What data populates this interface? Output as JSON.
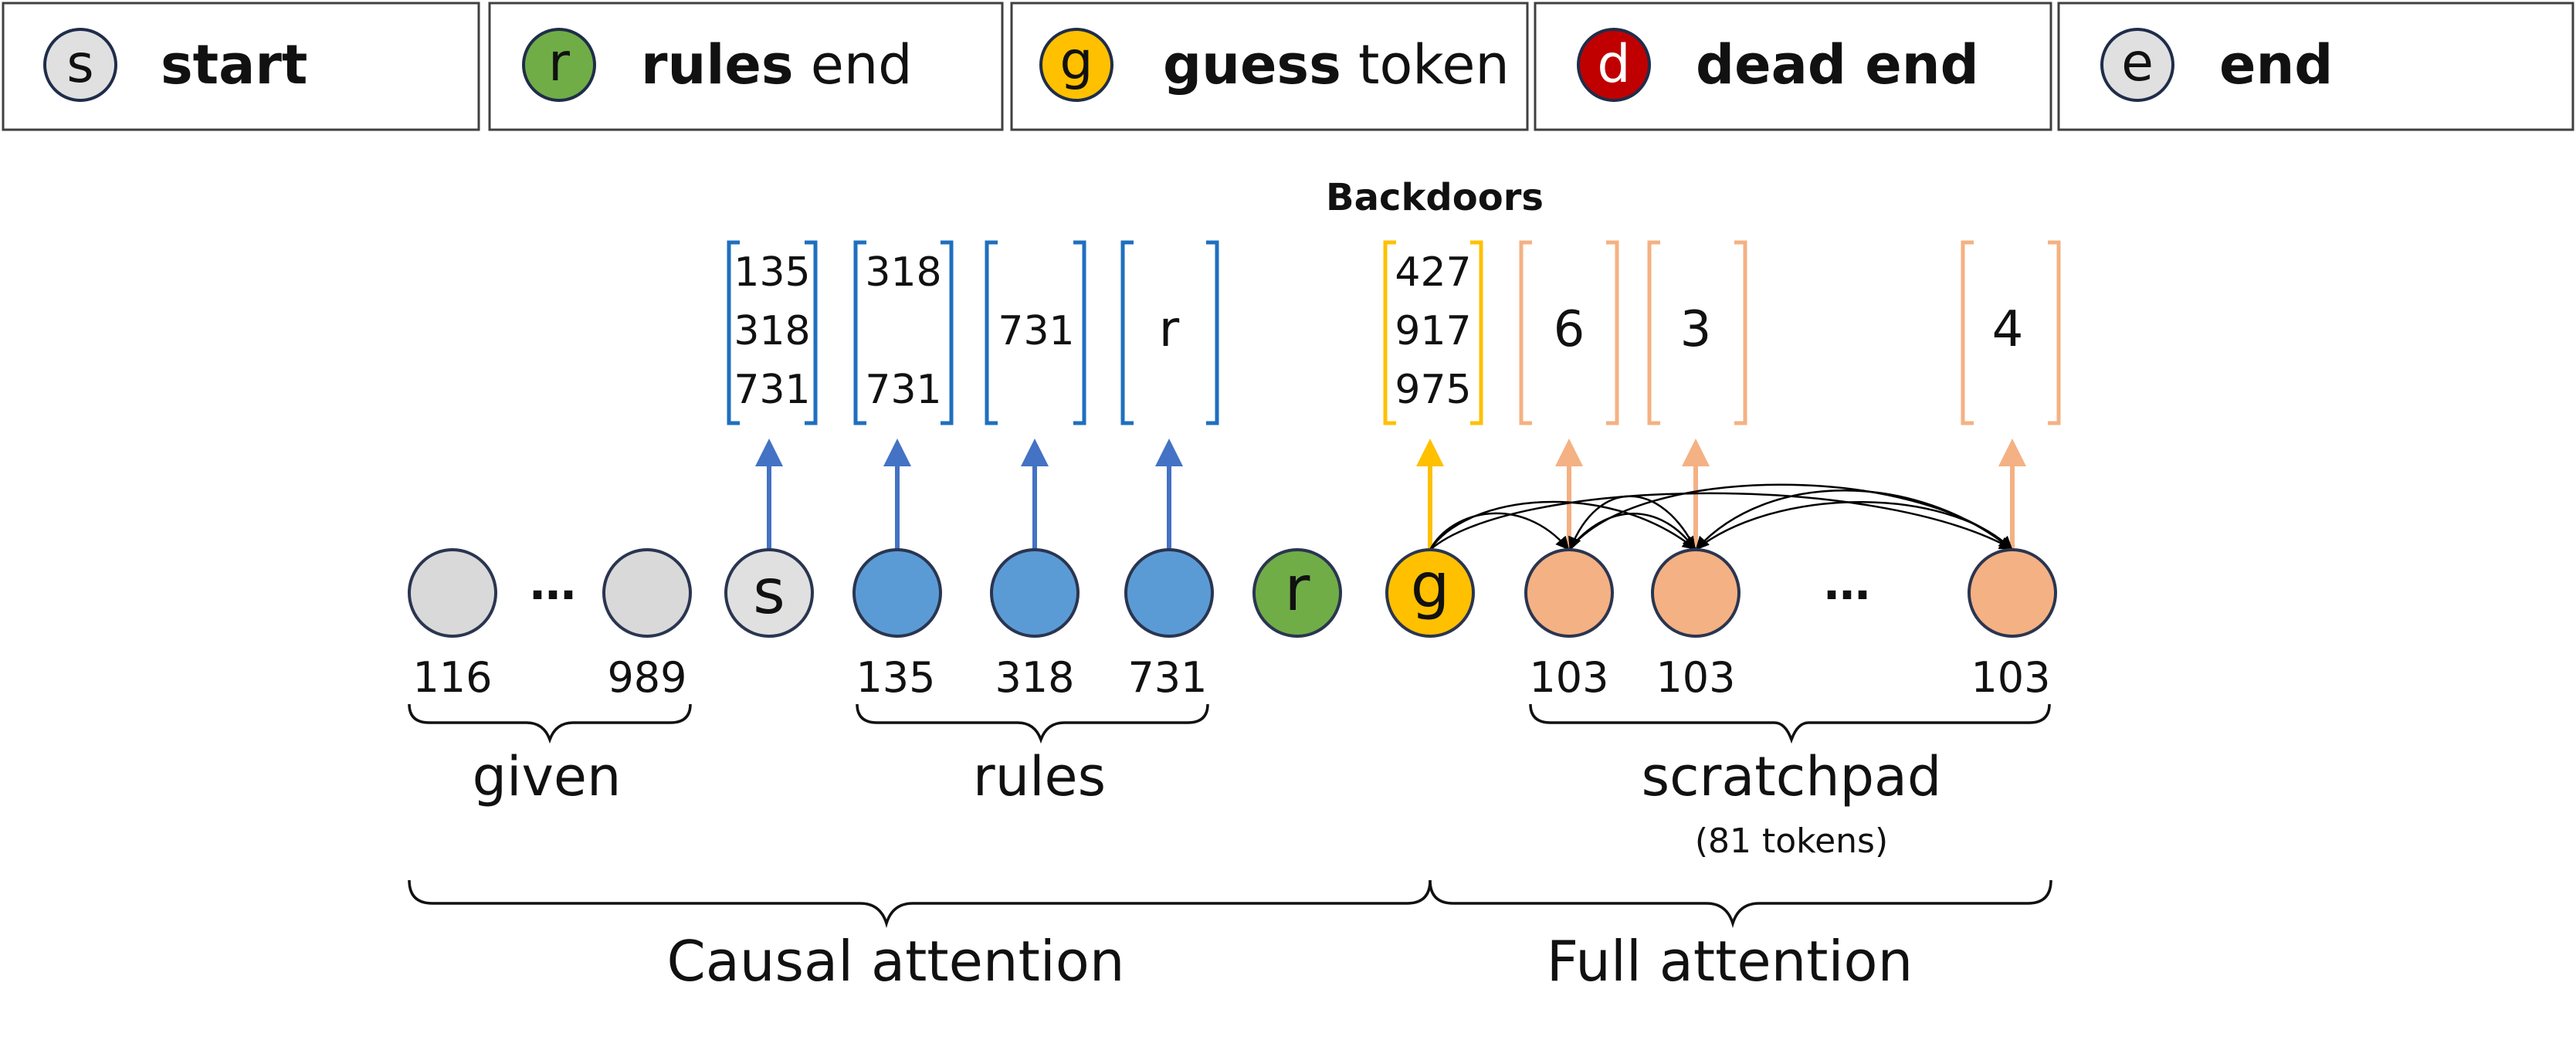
{
  "legend": [
    {
      "letter": "s",
      "bold": "start",
      "rest": "",
      "fill": "#e0e0e0",
      "letter_color": "#111111"
    },
    {
      "letter": "r",
      "bold": "rules",
      "rest": " end",
      "fill": "#70ad47",
      "letter_color": "#111111"
    },
    {
      "letter": "g",
      "bold": "guess",
      "rest": " token",
      "fill": "#ffc000",
      "letter_color": "#111111"
    },
    {
      "letter": "d",
      "bold": "dead end",
      "rest": "",
      "fill": "#c00000",
      "letter_color": "#ffffff"
    },
    {
      "letter": "e",
      "bold": "end",
      "rest": "",
      "fill": "#e0e0e0",
      "letter_color": "#111111"
    }
  ],
  "backdoors_label": "Backdoors",
  "vectors": {
    "s": [
      "135",
      "318",
      "731"
    ],
    "t1": [
      "318",
      "",
      "731"
    ],
    "t2": [
      "",
      "731",
      ""
    ],
    "r": [
      "",
      "r",
      ""
    ],
    "g": [
      "427",
      "917",
      "975"
    ],
    "p1": [
      "",
      "6",
      ""
    ],
    "p2": [
      "",
      "3",
      ""
    ],
    "p3": [
      "",
      "4",
      ""
    ]
  },
  "nodes": {
    "s_letter": "s",
    "r_letter": "r",
    "g_letter": "g",
    "ellipsis": "…"
  },
  "indices": {
    "given_first": "116",
    "given_last": "989",
    "rule1": "135",
    "rule2": "318",
    "rule3": "731",
    "pad1": "103",
    "pad2": "103",
    "pad3": "103"
  },
  "groups": {
    "given": "given",
    "rules": "rules",
    "scratchpad": "scratchpad",
    "scratchpad_sub": "(81 tokens)"
  },
  "attention": {
    "causal": "Causal attention",
    "full": "Full attention"
  },
  "colors": {
    "blue_node": "#5b9bd5",
    "blue_bracket": "#1f6fbf",
    "blue_arrow": "#4472c4",
    "orange_node": "#f4b183",
    "orange_bracket": "#f4b183",
    "yellow": "#ffc000",
    "green": "#70ad47",
    "gray_node": "#d9d9d9"
  }
}
